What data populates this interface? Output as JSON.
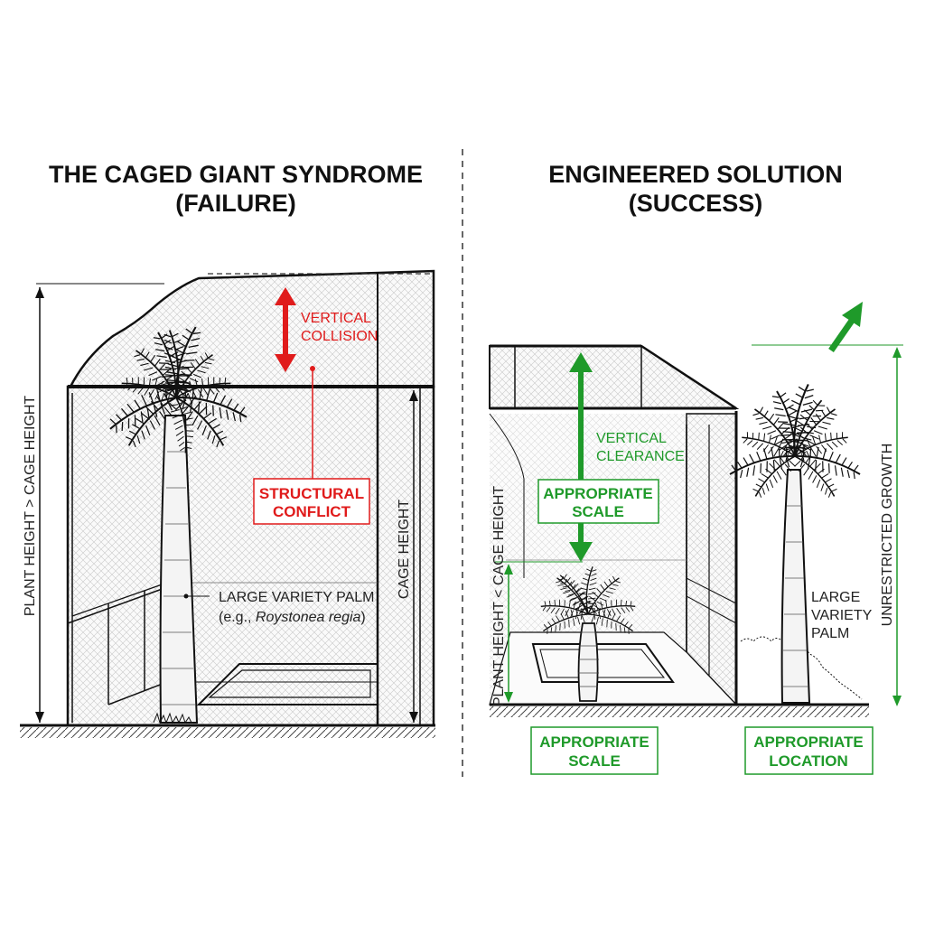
{
  "left_panel": {
    "title_line1": "THE CAGED GIANT SYNDROME",
    "title_line2": "(FAILURE)",
    "vertical_collision_line1": "VERTICAL",
    "vertical_collision_line2": "COLLISION",
    "structural_conflict_line1": "STRUCTURAL",
    "structural_conflict_line2": "CONFLICT",
    "palm_label_line1": "LARGE VARIETY PALM",
    "palm_label_line2_prefix": "(e.g., ",
    "palm_label_species": "Roystonea regia",
    "palm_label_line2_suffix": ")",
    "cage_height_label": "CAGE HEIGHT",
    "plant_height_label": "PLANT HEIGHT > CAGE HEIGHT"
  },
  "right_panel": {
    "title_line1": "ENGINEERED SOLUTION",
    "title_line2": "(SUCCESS)",
    "vertical_clearance_line1": "VERTICAL",
    "vertical_clearance_line2": "CLEARANCE",
    "appropriate_scale_inner_line1": "APPROPRIATE",
    "appropriate_scale_inner_line2": "SCALE",
    "plant_height_label": "PLANT HEIGHT < CAGE HEIGHT",
    "palm_label_line1": "LARGE",
    "palm_label_line2": "VARIETY",
    "palm_label_line3": "PALM",
    "unrestricted_growth_label": "UNRESTRICTED GROWTH",
    "bottom_scale_line1": "APPROPRIATE",
    "bottom_scale_line2": "SCALE",
    "bottom_location_line1": "APPROPRIATE",
    "bottom_location_line2": "LOCATION"
  },
  "colors": {
    "failure_red": "#e01b1b",
    "success_green": "#1f9a2a",
    "ink": "#111111"
  }
}
